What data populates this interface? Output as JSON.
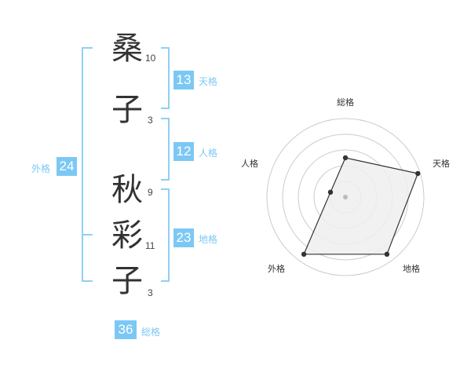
{
  "name": {
    "chars": [
      {
        "char": "桑",
        "strokes": "10"
      },
      {
        "char": "子",
        "strokes": "3"
      },
      {
        "char": "秋",
        "strokes": "9"
      },
      {
        "char": "彩",
        "strokes": "11"
      },
      {
        "char": "子",
        "strokes": "3"
      }
    ]
  },
  "fortunes": {
    "tenkaku": {
      "value": "13",
      "label": "天格"
    },
    "jinkaku": {
      "value": "12",
      "label": "人格"
    },
    "chikaku": {
      "value": "23",
      "label": "地格"
    },
    "gaikaku": {
      "value": "24",
      "label": "外格"
    },
    "soukaku": {
      "value": "36",
      "label": "総格"
    }
  },
  "radar": {
    "axes": [
      "総格",
      "天格",
      "地格",
      "外格",
      "人格"
    ],
    "levels": 5,
    "values": [
      0.5,
      0.97,
      0.9,
      0.9,
      0.2
    ],
    "colors": {
      "grid": "#cccccc",
      "fill": "#eeeeee",
      "stroke": "#333333",
      "point": "#333333",
      "center": "#bbbbbb"
    }
  }
}
